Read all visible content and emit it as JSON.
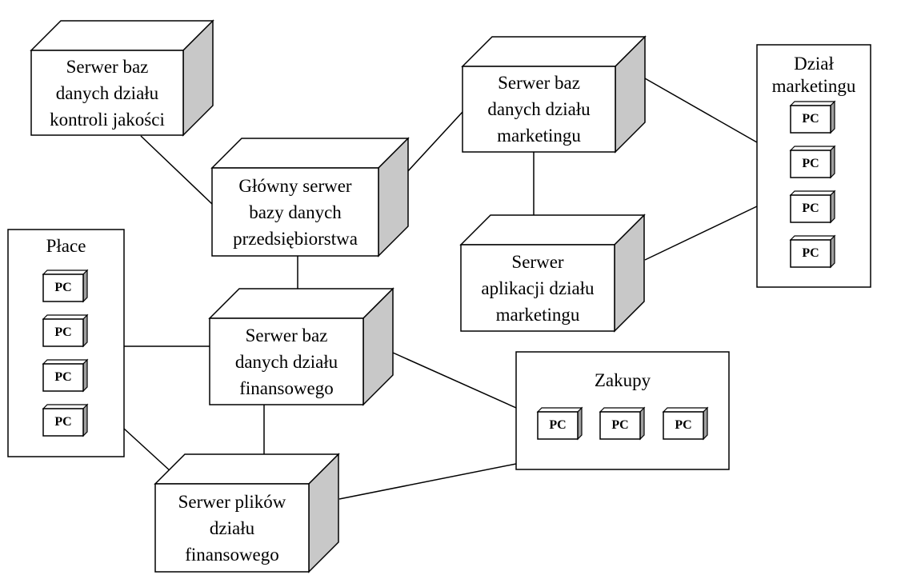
{
  "diagram": {
    "nodes": {
      "qc_db_server": {
        "label": "Serwer baz\ndanych działu\nkontroli jakości"
      },
      "main_db_server": {
        "label": "Główny serwer\nbazy danych\nprzedsiębiorstwa"
      },
      "marketing_db_server": {
        "label": "Serwer baz\ndanych działu\nmarketingu"
      },
      "marketing_app_server": {
        "label": "Serwer\naplikacji działu\nmarketingu"
      },
      "finance_db_server": {
        "label": "Serwer baz\ndanych działu\nfinansowego"
      },
      "finance_file_server": {
        "label": "Serwer plików\ndziału\nfinansowego"
      }
    },
    "groups": {
      "payroll": {
        "title": "Płace",
        "pcs": [
          "PC",
          "PC",
          "PC",
          "PC"
        ]
      },
      "marketing_dept": {
        "title": "Dział\nmarketingu",
        "pcs": [
          "PC",
          "PC",
          "PC",
          "PC"
        ]
      },
      "purchasing": {
        "title": "Zakupy",
        "pcs": [
          "PC",
          "PC",
          "PC"
        ]
      }
    },
    "connections": [
      [
        "qc_db_server",
        "main_db_server"
      ],
      [
        "main_db_server",
        "marketing_db_server"
      ],
      [
        "main_db_server",
        "finance_db_server"
      ],
      [
        "marketing_db_server",
        "marketing_app_server"
      ],
      [
        "marketing_db_server",
        "marketing_dept"
      ],
      [
        "marketing_app_server",
        "marketing_dept"
      ],
      [
        "finance_db_server",
        "payroll"
      ],
      [
        "finance_db_server",
        "purchasing"
      ],
      [
        "finance_db_server",
        "finance_file_server"
      ],
      [
        "finance_file_server",
        "payroll"
      ],
      [
        "finance_file_server",
        "purchasing"
      ]
    ]
  }
}
